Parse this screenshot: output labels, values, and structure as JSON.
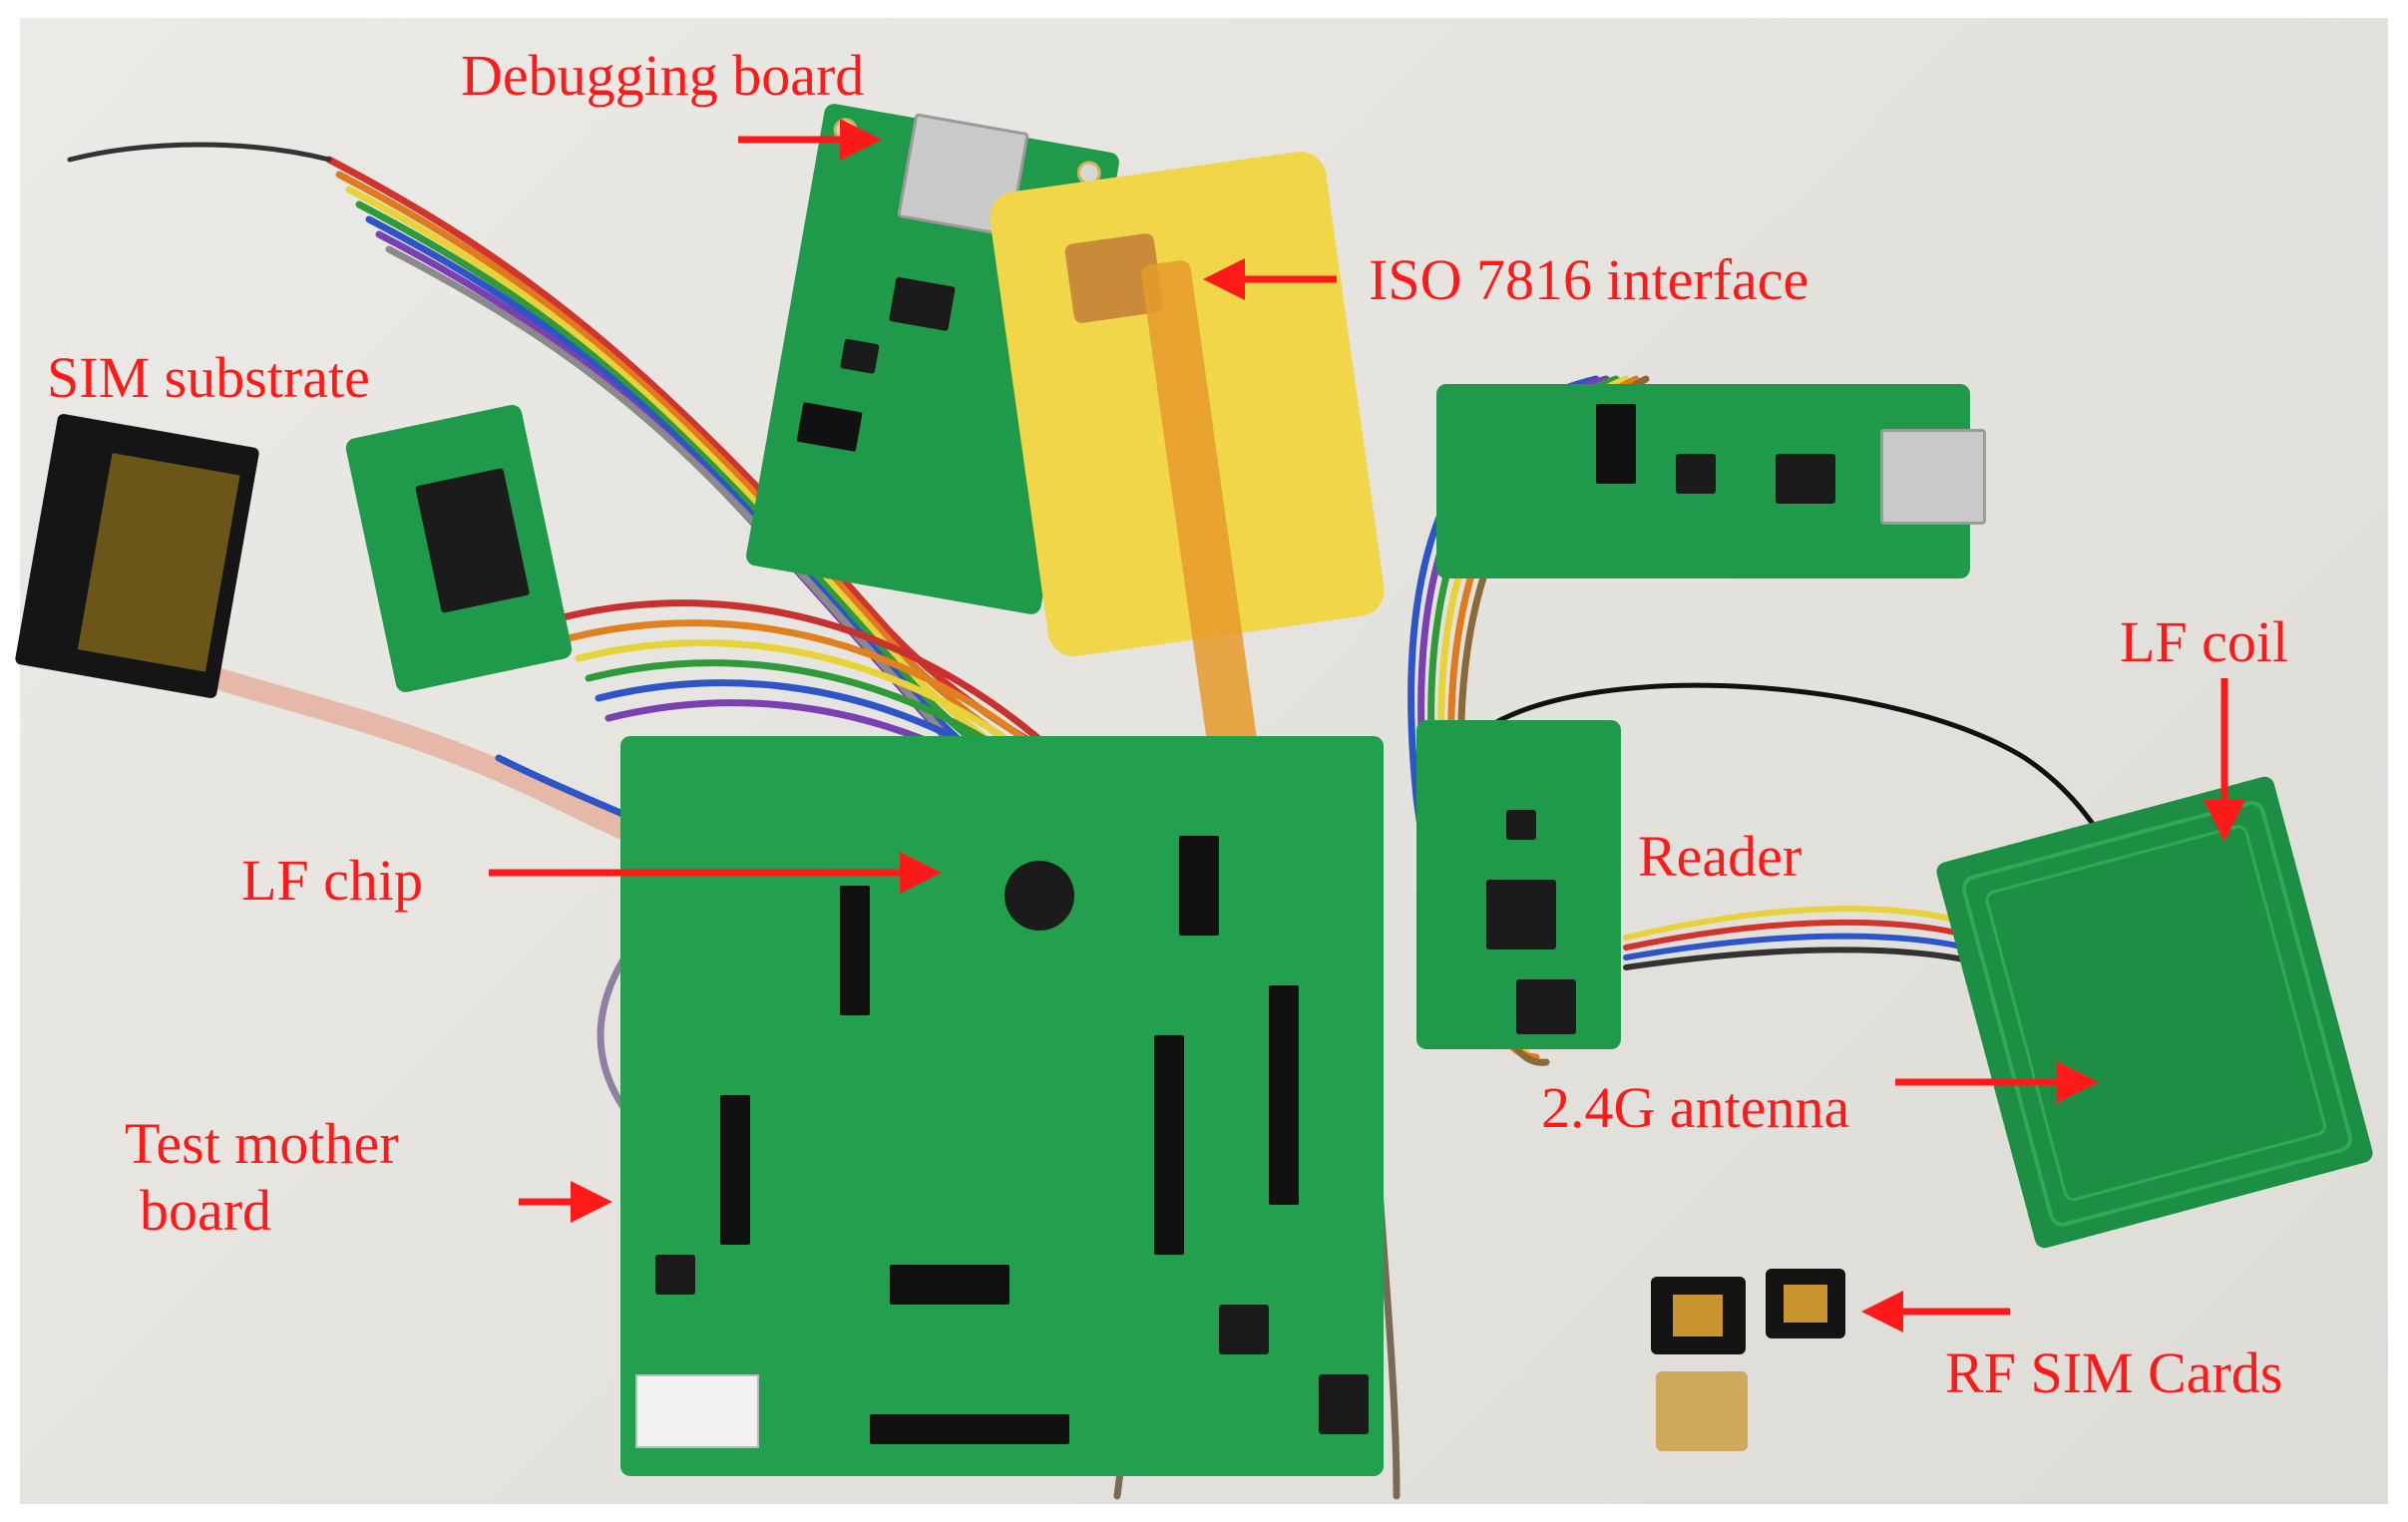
{
  "labels": {
    "debugging_board": "Debugging board",
    "iso_interface": "ISO 7816 interface",
    "sim_substrate": "SIM substrate",
    "lf_coil": "LF  coil",
    "lf_chip": "LF chip",
    "reader": "Reader",
    "antenna": "2.4G antenna",
    "test_mother_board_line1": "Test mother",
    "test_mother_board_line2": "board",
    "rf_sim_cards": "RF SIM Cards"
  },
  "colors": {
    "label_red": "#ff1a1a",
    "pcb_green": "#1f9a4a",
    "card_yellow": "#f2d64a"
  }
}
